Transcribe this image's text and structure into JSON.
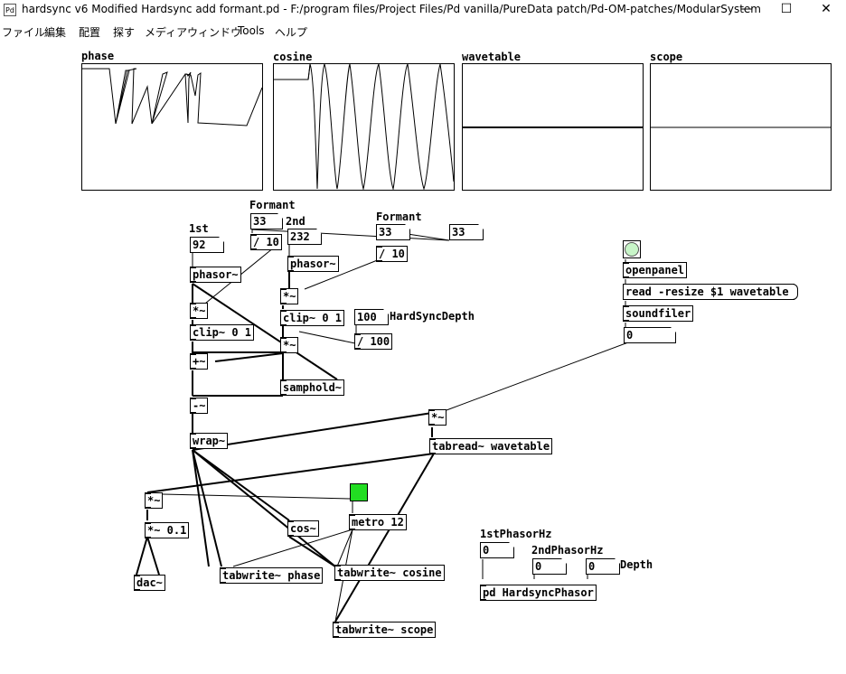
{
  "window": {
    "title": "hardsync v6 Modified Hardsync add formant.pd  - F:/program files/Project Files/Pd vanilla/PureData patch/Pd-OM-patches/ModularSystem",
    "icon_text": "Pd",
    "minimize": "—",
    "maximize": "☐",
    "close": "✕"
  },
  "menu": [
    "ファイル",
    "編集",
    "配置",
    "探す",
    "メディア",
    "ウィンドウ",
    "Tools",
    "ヘルプ"
  ],
  "graphs": {
    "phase": "phase",
    "cosine": "cosine",
    "wavetable": "wavetable",
    "scope": "scope"
  },
  "comments": {
    "formant1": "Formant",
    "second": "2nd",
    "formant2": "Formant",
    "first": "1st",
    "hardsyncdepth": "HardSyncDepth",
    "phasorhz1": "1stPhasorHz",
    "phasorhz2": "2ndPhasorHz",
    "depth": "Depth"
  },
  "numbers": {
    "formant1": "33",
    "formant2": "33",
    "formant_out": "33",
    "second": "232",
    "first": "92",
    "depth100": "100",
    "soundfiler_out": "0",
    "phasor1": "0",
    "phasor2": "0",
    "depth": "0"
  },
  "objects": {
    "div10a": "/ 10",
    "div10b": "/ 10",
    "phasor2": "phasor~",
    "phasor1": "phasor~",
    "mul_a": "*~",
    "mul_b": "*~",
    "clip_a": "clip~ 0 1",
    "clip_b": "clip~ 0 1",
    "div100": "/ 100",
    "mul_c": "*~",
    "plus": "+~",
    "samphold": "samphold~",
    "minus": "-~",
    "mul_d": "*~",
    "wrap": "wrap~",
    "tabread": "tabread~ wavetable",
    "mul_e": "*~",
    "mul_01": "*~ 0.1",
    "dac": "dac~",
    "cos": "cos~",
    "metro": "metro 12",
    "tw_phase": "tabwrite~ phase",
    "tw_cosine": "tabwrite~ cosine",
    "tw_scope": "tabwrite~ scope",
    "openpanel": "openpanel",
    "soundfiler": "soundfiler",
    "pd_hsp": "pd HardsyncPhasor"
  },
  "messages": {
    "read": "read -resize $1 wavetable"
  },
  "colors": {
    "toggle_on": "#22dd22",
    "bang_light": "#c8f5c8"
  }
}
